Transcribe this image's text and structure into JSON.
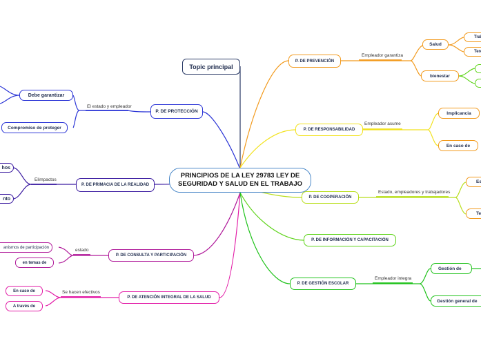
{
  "central": "PRINCIPIOS DE LA LEY 29783 LEY DE SEGURIDAD Y SALUD EN EL TRABAJO",
  "topic": "Topic principal",
  "left": {
    "proteccion": {
      "title": "P. DE PROTECCIÓN",
      "label": "El estado y empleador",
      "children": [
        "Debe garantizar",
        "Compromiso de proteger"
      ]
    },
    "primacia": {
      "title": "P. DE PRIMACIA DE LA REALIDAD",
      "label": "Elimpactos",
      "children": [
        "hos",
        "nto"
      ]
    },
    "consulta": {
      "title": "P. DE CONSULTA Y PARTICIPACIÓN",
      "label": "estado",
      "children": [
        "anismos de participación",
        "en temas de"
      ]
    },
    "atencion": {
      "title": "P. DE ATENCIÓN INTEGRAL DE LA SALUD",
      "label": "Se hacen efectivos",
      "children": [
        "En caso de",
        "A través de"
      ]
    }
  },
  "right": {
    "prevencion": {
      "title": "P. DE PREVENCIÓN",
      "label": "Empleador garantiza",
      "salud": "Salud",
      "salud_children": [
        "Trab",
        "Terc"
      ],
      "bienestar": "bienestar"
    },
    "responsabilidad": {
      "title": "P. DE RESPONSABILIDAD",
      "label": "Empleador asume",
      "children": [
        "Implicancia",
        "En caso de"
      ]
    },
    "cooperacion": {
      "title": "P. DE COOPERACIÓN",
      "label": "Estado, empleadores y trabajadores",
      "children": [
        "Est",
        "Ter"
      ]
    },
    "informacion": {
      "title": "P. DE INFORMACIÓN Y CAPACITACIÓN"
    },
    "gestion": {
      "title": "P. DE GESTIÓN ESCOLAR",
      "label": "Empleador integra",
      "children": [
        "Gestión de",
        "Gestión general de"
      ]
    }
  },
  "colors": {
    "central": "#4a88c8",
    "topic": "#2a3a66",
    "proteccion": "#2b35d6",
    "primacia": "#3a1aa0",
    "consulta": "#b01a9a",
    "atencion": "#e21aa6",
    "prevencion": "#f29a1d",
    "responsabilidad": "#f2e21d",
    "cooperacion": "#b8de1a",
    "informacion": "#5ed41a",
    "gestion": "#1fc21a"
  }
}
